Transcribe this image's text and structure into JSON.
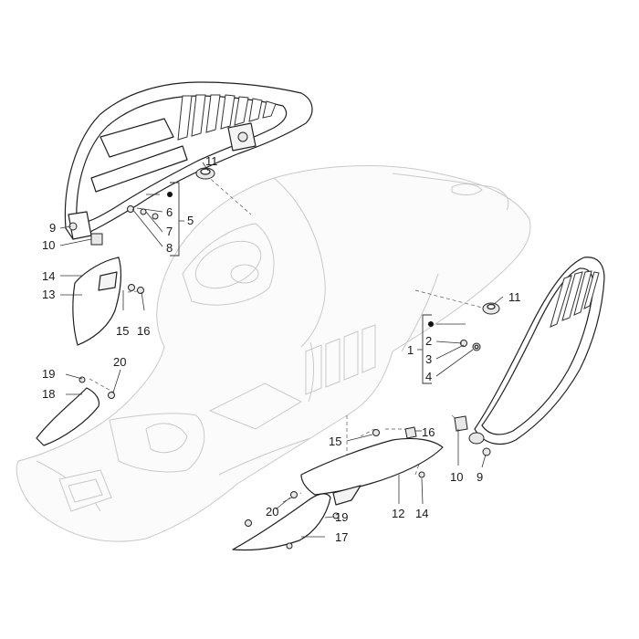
{
  "callouts": {
    "c1": "1",
    "c2": "2",
    "c3": "3",
    "c4": "4",
    "c5": "5",
    "c6": "6",
    "c7": "7",
    "c8": "8",
    "c9a": "9",
    "c9b": "9",
    "c10a": "10",
    "c10b": "10",
    "c11a": "11",
    "c11b": "11",
    "c12": "12",
    "c13": "13",
    "c14a": "14",
    "c14b": "14",
    "c15a": "15",
    "c15b": "15",
    "c16a": "16",
    "c16b": "16",
    "c17": "17",
    "c18": "18",
    "c19a": "19",
    "c19b": "19",
    "c20a": "20",
    "c20b": "20"
  }
}
